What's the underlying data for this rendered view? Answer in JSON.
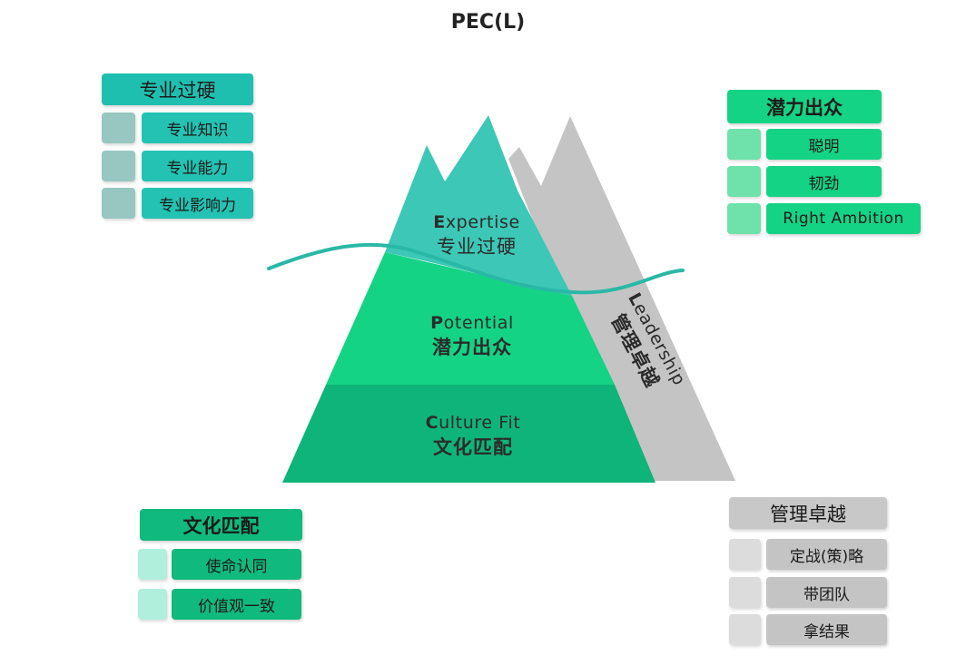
{
  "title": "PEC(L)",
  "layers": {
    "expertise": {
      "en_initial": "E",
      "en_rest": "xpertise",
      "zh": "专业过硬"
    },
    "potential": {
      "en_initial": "P",
      "en_rest": "otential",
      "zh": "潜力出众"
    },
    "culture": {
      "en_initial": "C",
      "en_rest": "ulture Fit",
      "zh": "文化匹配"
    },
    "leadership": {
      "en_initial": "L",
      "en_rest": "eadership",
      "zh": "管理卓越"
    }
  },
  "panels": {
    "expertise": {
      "header": "专业过硬",
      "items": [
        "专业知识",
        "专业能力",
        "专业影响力"
      ]
    },
    "potential": {
      "header": "潜力出众",
      "items": [
        "聪明",
        "韧劲",
        "Right Ambition"
      ]
    },
    "culture": {
      "header": "文化匹配",
      "items": [
        "使命认同",
        "价值观一致"
      ]
    },
    "leadership": {
      "header": "管理卓越",
      "items": [
        "定战(策)略",
        "带团队",
        "拿结果"
      ]
    }
  },
  "colors": {
    "expertise": "#3cc7b6",
    "potential": "#14d385",
    "culture": "#0fb47a",
    "leadership": "#c4c4c4",
    "wave": "#2ab8a6"
  }
}
